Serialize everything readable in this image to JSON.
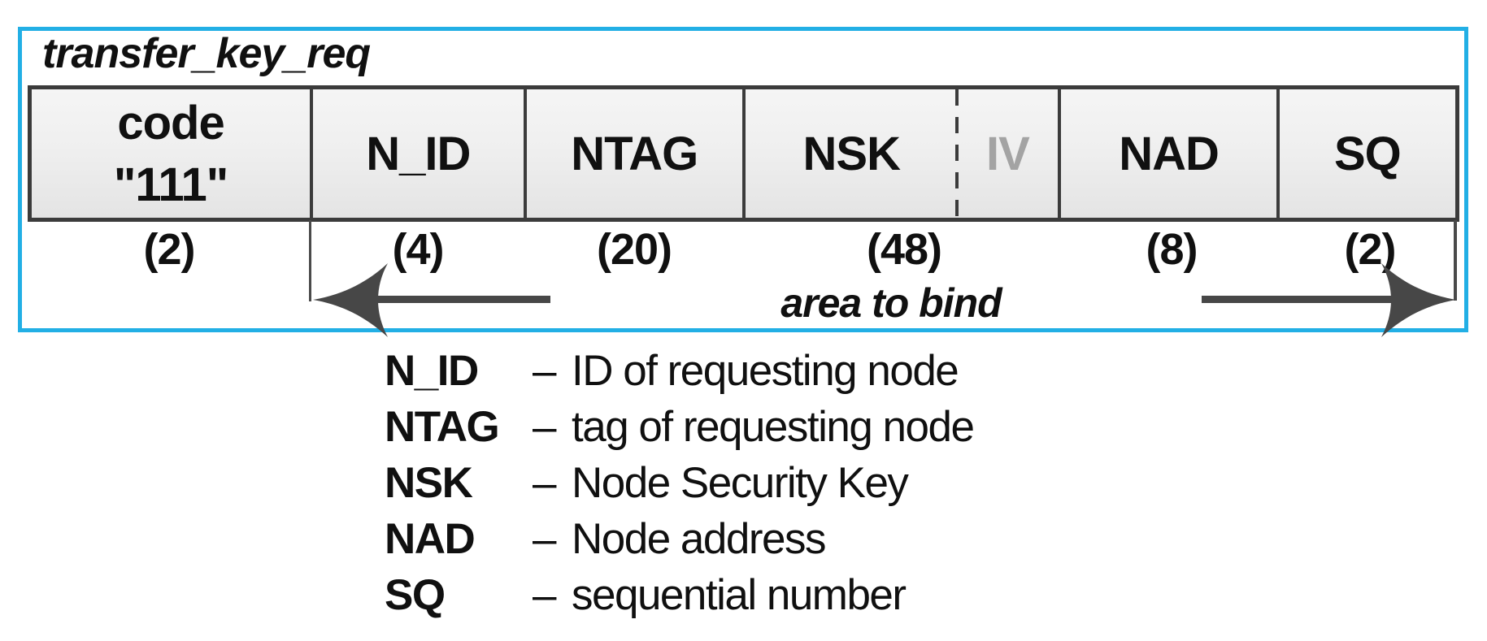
{
  "colors": {
    "accent_frame": "#22afe5",
    "table_border": "#3b3b3b",
    "muted_field_text": "#a3a3a3",
    "arrow": "#474747",
    "cell_fill_top": "#f5f5f5",
    "cell_fill_bottom": "#e4e4e4"
  },
  "diagram": {
    "title": "transfer_key_req",
    "fields": [
      {
        "label": "code",
        "value": "\"111\""
      },
      {
        "label": "N_ID"
      },
      {
        "label": "NTAG"
      },
      {
        "label": "NSK"
      },
      {
        "label": "IV"
      },
      {
        "label": "NAD"
      },
      {
        "label": "SQ"
      }
    ],
    "sizes": [
      "(2)",
      "(4)",
      "(20)",
      "(48)",
      "(8)",
      "(2)"
    ],
    "annotation": "area to bind"
  },
  "legend": [
    {
      "term": "N_ID",
      "dash": "–",
      "description": "ID of requesting node"
    },
    {
      "term": "NTAG",
      "dash": "–",
      "description": "tag of requesting node"
    },
    {
      "term": "NSK",
      "dash": "–",
      "description": "Node Security Key"
    },
    {
      "term": "NAD",
      "dash": "–",
      "description": "Node address"
    },
    {
      "term": "SQ",
      "dash": "–",
      "description": "sequential number"
    }
  ]
}
